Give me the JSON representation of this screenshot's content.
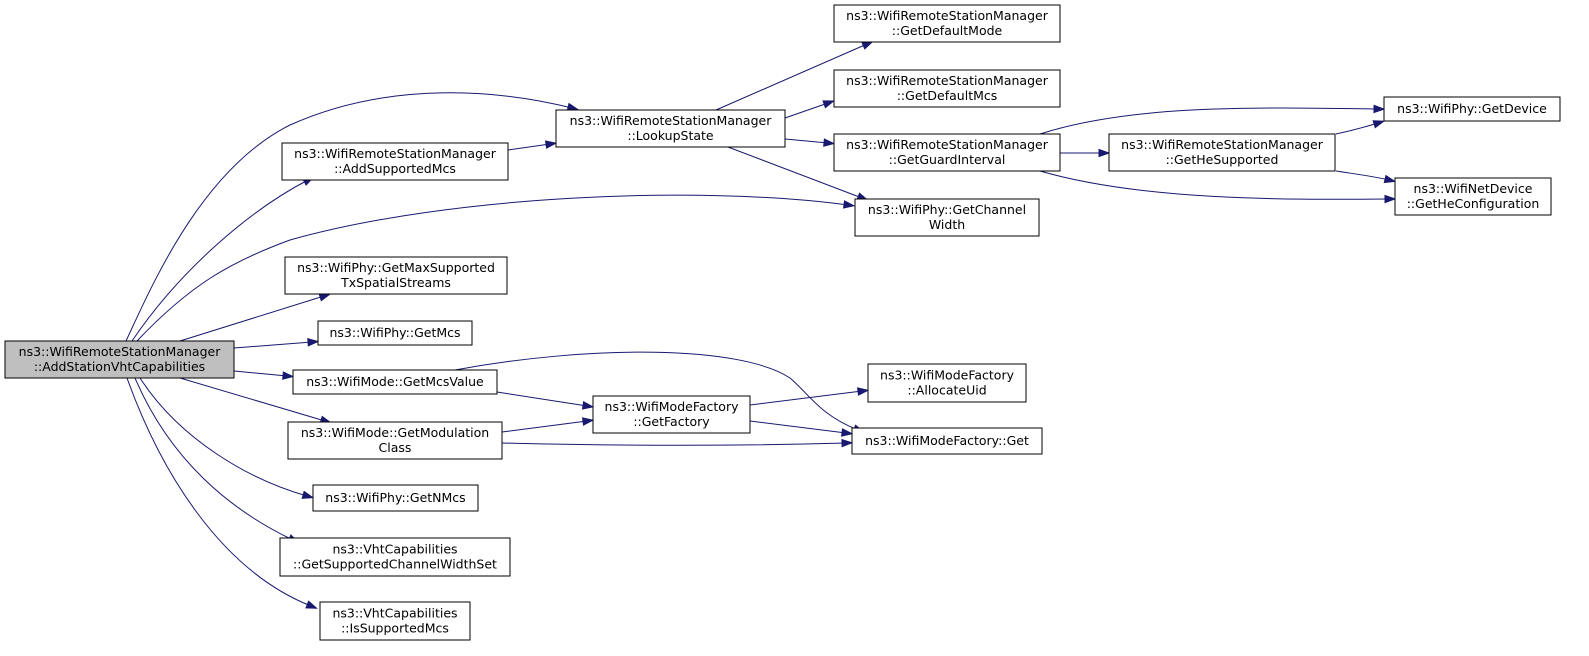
{
  "colors": {
    "edge": "#191970",
    "root_fill": "#bfbfbf",
    "node_fill": "#ffffff",
    "node_border": "#000000"
  },
  "nodes": [
    {
      "id": "root",
      "lines": [
        "ns3::WifiRemoteStationManager",
        "::AddStationVhtCapabilities"
      ]
    },
    {
      "id": "add_supported_mcs",
      "lines": [
        "ns3::WifiRemoteStationManager",
        "::AddSupportedMcs"
      ]
    },
    {
      "id": "lookup_state",
      "lines": [
        "ns3::WifiRemoteStationManager",
        "::LookupState"
      ]
    },
    {
      "id": "get_default_mode",
      "lines": [
        "ns3::WifiRemoteStationManager",
        "::GetDefaultMode"
      ]
    },
    {
      "id": "get_default_mcs",
      "lines": [
        "ns3::WifiRemoteStationManager",
        "::GetDefaultMcs"
      ]
    },
    {
      "id": "get_guard_interval",
      "lines": [
        "ns3::WifiRemoteStationManager",
        "::GetGuardInterval"
      ]
    },
    {
      "id": "get_channel_width",
      "lines": [
        "ns3::WifiPhy::GetChannel",
        "Width"
      ]
    },
    {
      "id": "get_he_supported",
      "lines": [
        "ns3::WifiRemoteStationManager",
        "::GetHeSupported"
      ]
    },
    {
      "id": "get_device",
      "lines": [
        "ns3::WifiPhy::GetDevice"
      ]
    },
    {
      "id": "get_he_configuration",
      "lines": [
        "ns3::WifiNetDevice",
        "::GetHeConfiguration"
      ]
    },
    {
      "id": "get_max_supported_tx",
      "lines": [
        "ns3::WifiPhy::GetMaxSupported",
        "TxSpatialStreams"
      ]
    },
    {
      "id": "get_mcs",
      "lines": [
        "ns3::WifiPhy::GetMcs"
      ]
    },
    {
      "id": "get_mcs_value",
      "lines": [
        "ns3::WifiMode::GetMcsValue"
      ]
    },
    {
      "id": "get_modulation_class",
      "lines": [
        "ns3::WifiMode::GetModulation",
        "Class"
      ]
    },
    {
      "id": "get_factory",
      "lines": [
        "ns3::WifiModeFactory",
        "::GetFactory"
      ]
    },
    {
      "id": "allocate_uid",
      "lines": [
        "ns3::WifiModeFactory",
        "::AllocateUid"
      ]
    },
    {
      "id": "factory_get",
      "lines": [
        "ns3::WifiModeFactory::Get"
      ]
    },
    {
      "id": "get_n_mcs",
      "lines": [
        "ns3::WifiPhy::GetNMcs"
      ]
    },
    {
      "id": "get_supported_cw_set",
      "lines": [
        "ns3::VhtCapabilities",
        "::GetSupportedChannelWidthSet"
      ]
    },
    {
      "id": "is_supported_mcs",
      "lines": [
        "ns3::VhtCapabilities",
        "::IsSupportedMcs"
      ]
    }
  ],
  "edges": [
    [
      "root",
      "lookup_state"
    ],
    [
      "root",
      "add_supported_mcs"
    ],
    [
      "root",
      "get_channel_width"
    ],
    [
      "root",
      "get_max_supported_tx"
    ],
    [
      "root",
      "get_mcs"
    ],
    [
      "root",
      "get_mcs_value"
    ],
    [
      "root",
      "get_modulation_class"
    ],
    [
      "root",
      "get_n_mcs"
    ],
    [
      "root",
      "get_supported_cw_set"
    ],
    [
      "root",
      "is_supported_mcs"
    ],
    [
      "add_supported_mcs",
      "lookup_state"
    ],
    [
      "lookup_state",
      "get_default_mode"
    ],
    [
      "lookup_state",
      "get_default_mcs"
    ],
    [
      "lookup_state",
      "get_guard_interval"
    ],
    [
      "lookup_state",
      "get_channel_width"
    ],
    [
      "get_guard_interval",
      "get_device"
    ],
    [
      "get_guard_interval",
      "get_he_supported"
    ],
    [
      "get_guard_interval",
      "get_he_configuration"
    ],
    [
      "get_he_supported",
      "get_device"
    ],
    [
      "get_he_supported",
      "get_he_configuration"
    ],
    [
      "get_mcs_value",
      "get_factory"
    ],
    [
      "get_mcs_value",
      "factory_get"
    ],
    [
      "get_modulation_class",
      "get_factory"
    ],
    [
      "get_modulation_class",
      "factory_get"
    ],
    [
      "get_factory",
      "allocate_uid"
    ],
    [
      "get_factory",
      "factory_get"
    ]
  ]
}
